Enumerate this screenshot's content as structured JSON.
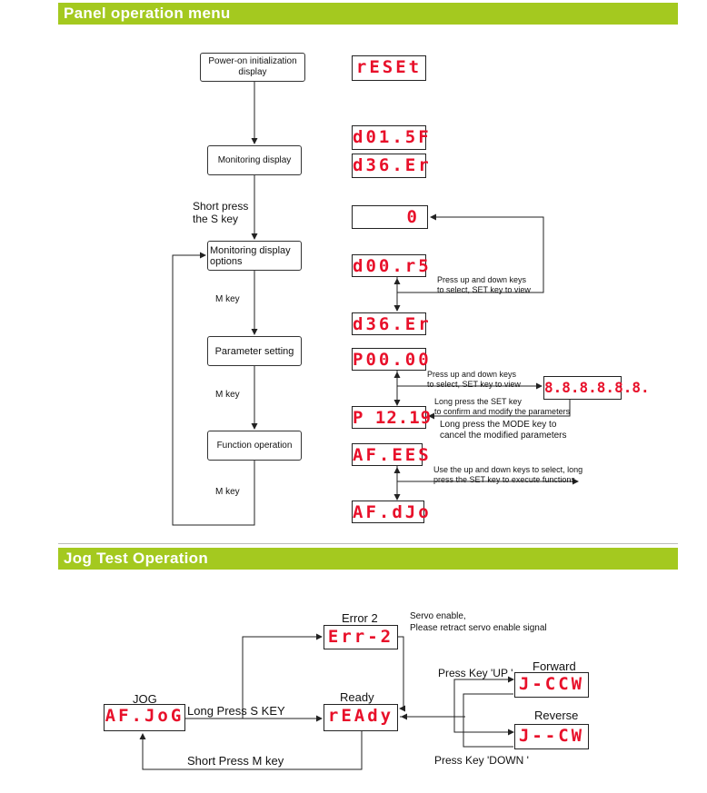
{
  "panel_section": {
    "title": "Panel operation menu",
    "flow_boxes": {
      "power_on": "Power-on initialization display",
      "monitoring_display": "Monitoring display",
      "monitoring_options": "Monitoring display options",
      "parameter_setting": "Parameter setting",
      "function_operation": "Function operation"
    },
    "transition_labels": {
      "short_press_s": "Short press\nthe S key",
      "m_key_1": "M key",
      "m_key_2": "M key",
      "m_key_3": "M key"
    },
    "displays": {
      "reset": "rESEt",
      "d01": "d01.5F",
      "d36_a": "d36.Er",
      "zero": "0",
      "d00": "d00.r5",
      "d36_b": "d36.Er",
      "p00": "P00.00",
      "eights": "8.8.8.8.8.8.",
      "p12": "P 12.19",
      "af_ees": "AF.EES",
      "af_djo": "AF.dJo"
    },
    "notes": {
      "select_view_1": "Press up and down keys\nto select, SET key to view",
      "select_view_2": "Press up and down keys\nto select, SET key to view",
      "long_set": "Long press the SET key\nto confirm and modify the parameters",
      "long_mode": "Long press the MODE key to\ncancel the modified parameters",
      "execute": "Use the up and down keys to select, long\npress the SET key to execute functions"
    }
  },
  "jog_section": {
    "title": "Jog Test Operation",
    "titles": {
      "error2": "Error 2",
      "jog": "JOG",
      "ready": "Ready",
      "forward": "Forward",
      "reverse": "Reverse"
    },
    "displays": {
      "err2": "Err-2",
      "afjog": "AF.JoG",
      "ready": "rEAdy",
      "forward": "J-CCW",
      "reverse": "J--CW"
    },
    "labels": {
      "servo_enable": "Servo enable,\nPlease retract servo enable signal",
      "long_press_s": "Long Press S KEY",
      "short_press_m": "Short Press M key",
      "press_up": "Press Key 'UP '",
      "press_down": "Press Key 'DOWN '"
    }
  }
}
